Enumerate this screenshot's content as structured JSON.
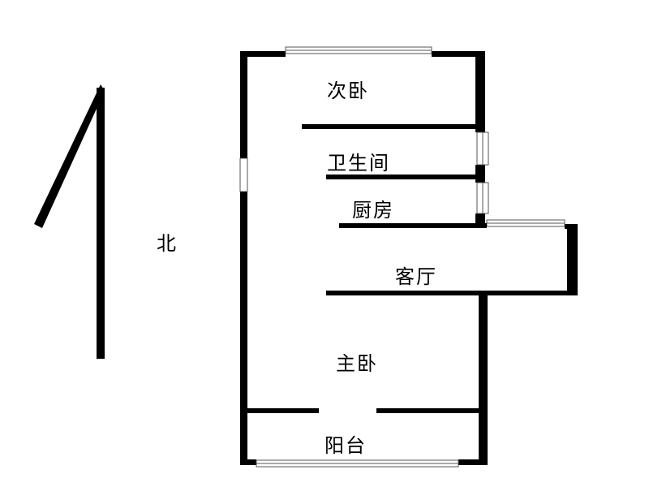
{
  "compass": {
    "label": "北"
  },
  "rooms": {
    "secondary_bedroom": "次卧",
    "bathroom": "卫生间",
    "kitchen": "厨房",
    "living_room": "客厅",
    "master_bedroom": "主卧",
    "balcony": "阳台"
  },
  "colors": {
    "wall": "#000000",
    "background": "#ffffff",
    "window_frame": "#555555"
  }
}
